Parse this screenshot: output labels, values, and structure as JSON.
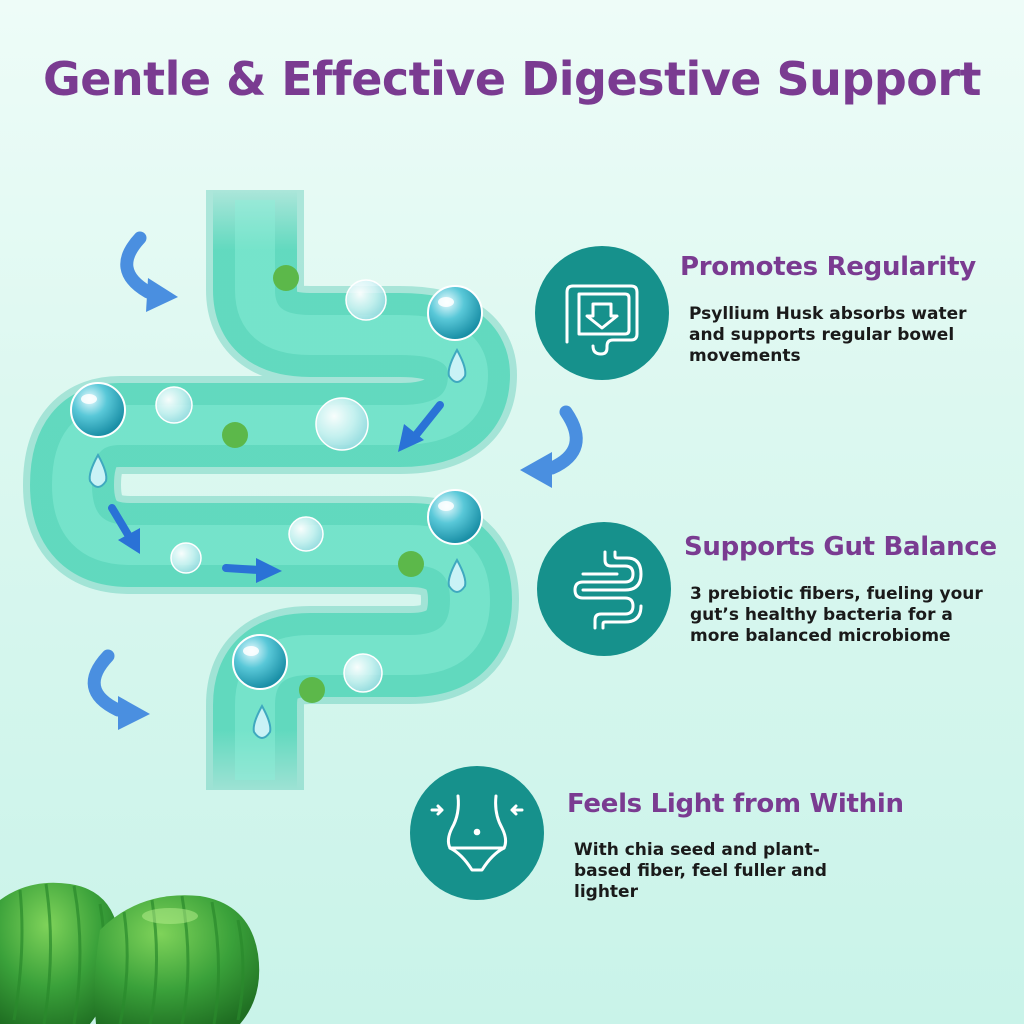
{
  "colors": {
    "title": "#7a3b91",
    "feature_title": "#7a3b91",
    "icon_circle": "#16918c",
    "intestine": "#5ad8bc",
    "arrow_blue": "#2a72d6",
    "gummy_green": "#3aa13a",
    "fiber_dot": "#5cb84a"
  },
  "header": {
    "title": "Gentle & Effective Digestive Support"
  },
  "features": [
    {
      "icon": "colon-down-arrow-icon",
      "title": "Promotes Regularity",
      "description": "Psyllium Husk absorbs water and supports regular bowel movements"
    },
    {
      "icon": "intestine-icon",
      "title": "Supports Gut Balance",
      "description": "3 prebiotic fibers, fueling your gut’s healthy bacteria for a more balanced microbiome"
    },
    {
      "icon": "waist-slim-icon",
      "title": "Feels Light from Within",
      "description": "With chia seed and plant-based fiber, feel fuller and lighter"
    }
  ]
}
